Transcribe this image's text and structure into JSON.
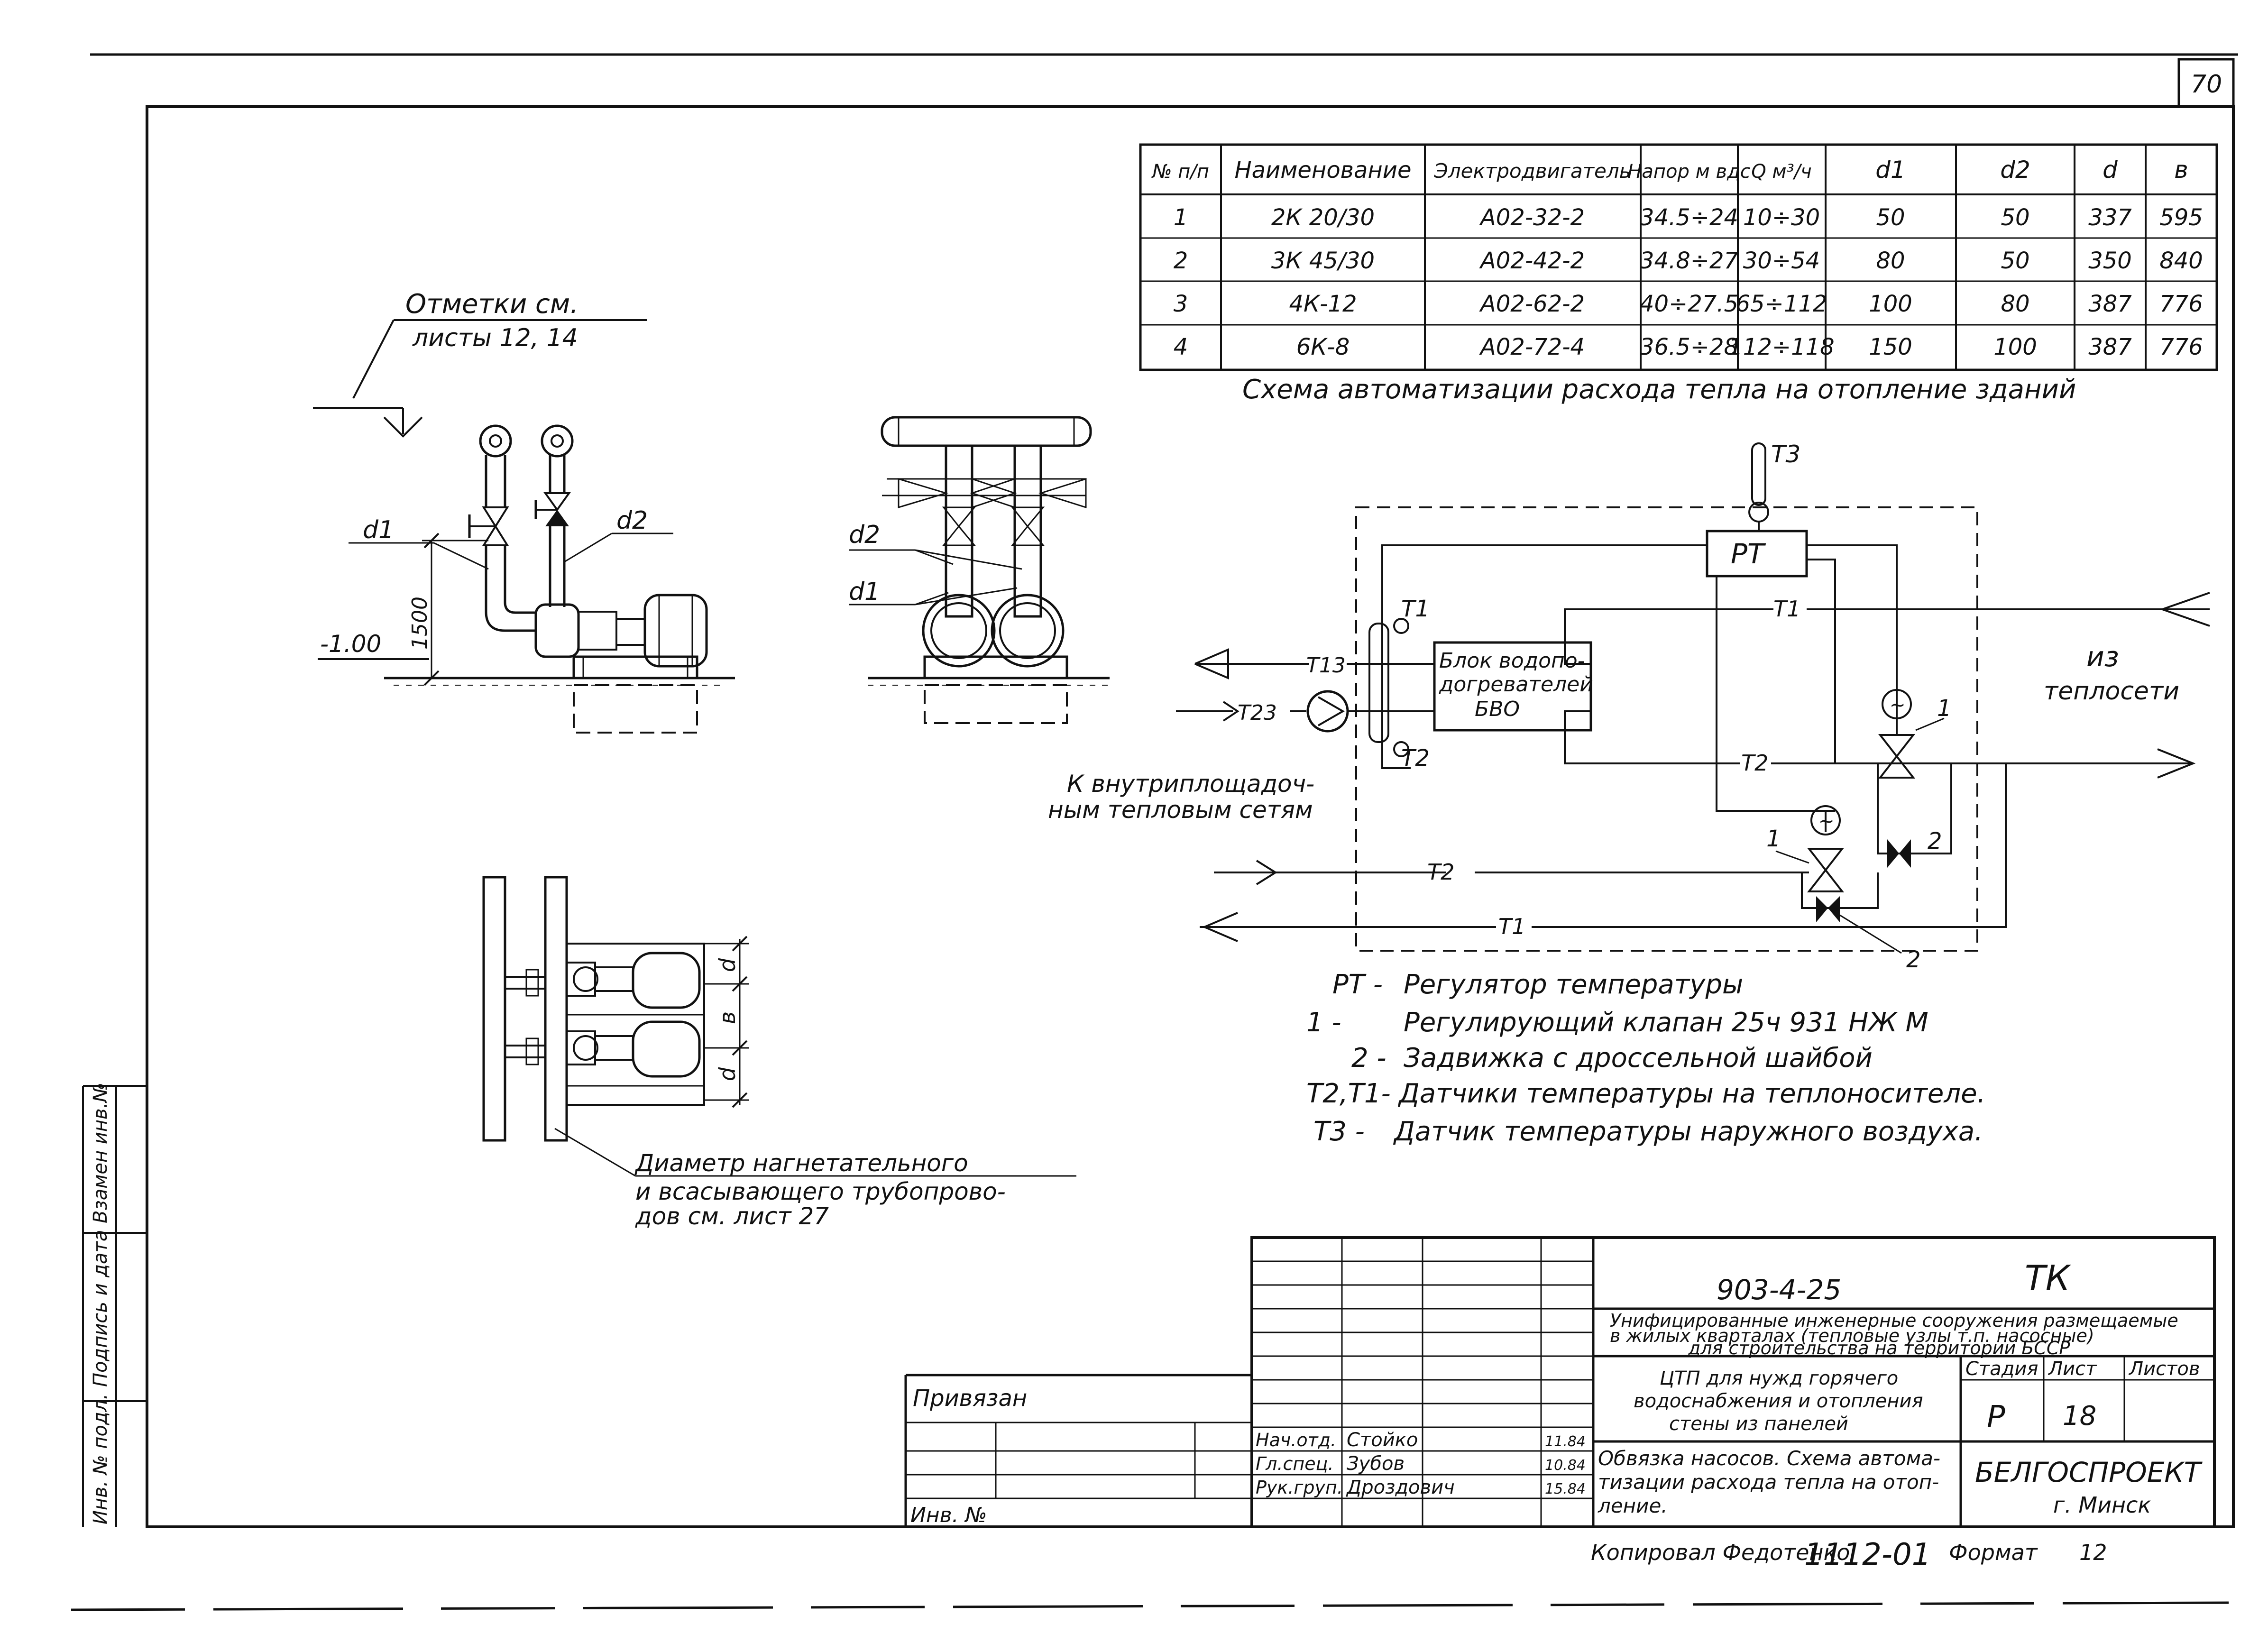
{
  "page_number": "70",
  "pump_table": {
    "headers": [
      "№ п/п",
      "Наименование",
      "Электродвигатель",
      "Напор м вдс",
      "Q м³/ч",
      "d1",
      "d2",
      "d",
      "в"
    ],
    "rows": [
      [
        "1",
        "2К 20/30",
        "А02-32-2",
        "34.5÷24",
        "10÷30",
        "50",
        "50",
        "337",
        "595"
      ],
      [
        "2",
        "3К 45/30",
        "А02-42-2",
        "34.8÷27",
        "30÷54",
        "80",
        "50",
        "350",
        "840"
      ],
      [
        "3",
        "4К-12",
        "А02-62-2",
        "40÷27.5",
        "65÷112",
        "100",
        "80",
        "387",
        "776"
      ],
      [
        "4",
        "6К-8",
        "А02-72-4",
        "36.5÷28",
        "112÷118",
        "150",
        "100",
        "387",
        "776"
      ]
    ]
  },
  "scheme_title": "Схема автоматизации расхода тепла на отопление зданий",
  "pump_side_view": {
    "marks_note_1": "Отметки см.",
    "marks_note_2": "листы 12, 14",
    "label_d1": "d1",
    "label_d2": "d2",
    "label_height": "1500",
    "label_level": "-1.00"
  },
  "pump_front_view": {
    "label_d2": "d2",
    "label_d1": "d1"
  },
  "pump_plan_view": {
    "label_d": "d",
    "label_b": "в",
    "note": [
      "Диаметр нагнетательного",
      "и всасывающего трубопрово-",
      "дов см. лист 27"
    ]
  },
  "scheme": {
    "sensor_t3": "Т3",
    "regulator": "РТ",
    "sensor_t1": "Т1",
    "sensor_t2": "Т2",
    "block": [
      "Блок водопо-",
      "догревателей",
      "БВО"
    ],
    "line_t13": "Т13",
    "line_t23": "Т23",
    "line_t1": "Т1",
    "line_t2": "Т2",
    "from_network": [
      "из",
      "теплосети"
    ],
    "to_local": [
      "К внутриплощадоч-",
      "ным тепловым сетям"
    ],
    "item_1": "1",
    "item_2": "2"
  },
  "legend": [
    {
      "code": "РТ -",
      "text": "Регулятор температуры"
    },
    {
      "code": "1 -",
      "text": "Регулирующий клапан 25ч 931 НЖ М"
    },
    {
      "code": "2 -",
      "text": "Задвижка с дроссельной шайбой"
    },
    {
      "code": "Т2,Т1-",
      "text": "Датчики температуры на теплоносителе."
    },
    {
      "code": "Т3 -",
      "text": "Датчик температуры наружного воздуха."
    }
  ],
  "side_stamp": [
    "Инв. № подл.",
    "Подпись и дата",
    "Взамен инв.№"
  ],
  "title_block": {
    "code": "903-4-25",
    "mark": "ТК",
    "project": [
      "Унифицированные инженерные сооружения размещаемые",
      "в жилых кварталах (тепловые узлы т.п. насосные)",
      "для строительства на территории БССР"
    ],
    "object": [
      "ЦТП для нужд горячего",
      "водоснабжения и отопления",
      "стены из панелей"
    ],
    "sheet_title": [
      "Обвязка насосов. Схема автома-",
      "тизации расхода тепла на отоп-",
      "ление."
    ],
    "stage_label": "Стадия",
    "sheet_label": "Лист",
    "sheets_label": "Листов",
    "stage": "Р",
    "sheet": "18",
    "org": "БЕЛГОСПРОЕКТ",
    "city": "г. Минск",
    "bound": "Привязан",
    "inv": "Инв. №",
    "roles": [
      {
        "role": "Нач.отд.",
        "name": "Стойко",
        "date": "11.84"
      },
      {
        "role": "Гл.спец.",
        "name": "Зубов",
        "date": "10.84"
      },
      {
        "role": "Рук.груп.",
        "name": "Дроздович",
        "date": "15.84"
      }
    ],
    "copied": "Копировал Федотенко",
    "copy_number": "1112-01",
    "format_label": "Формат",
    "format_value": "12"
  }
}
